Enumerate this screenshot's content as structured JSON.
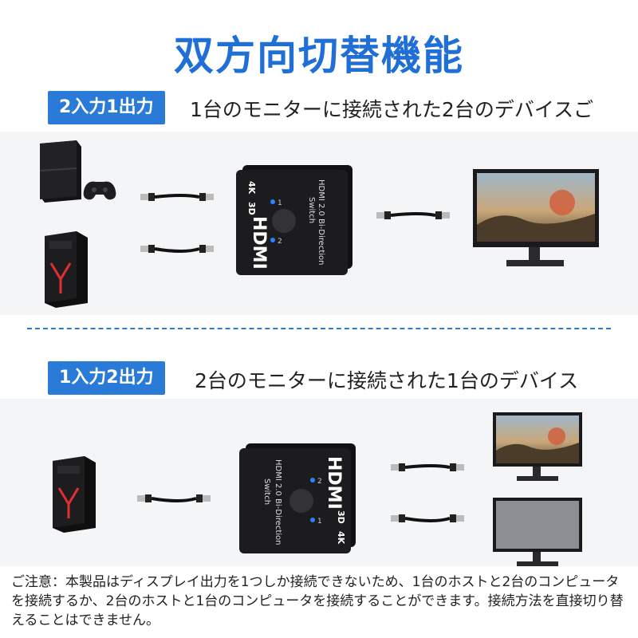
{
  "title": "双方向切替機能",
  "section1": {
    "tag": "2入力1出力",
    "subtitle": "1台のモニターに接続された2台のデバイスご"
  },
  "section2": {
    "tag": "1入力2出力",
    "subtitle": "2台のモニターに接続された1台のデバイス"
  },
  "switch_device": {
    "badge_4k": "4K",
    "badge_3d": "3D",
    "brand": "HDMI",
    "label_line1": "HDMI 2.0 Bi-Direction",
    "label_line2": "Switch",
    "port1": "1",
    "port2": "2"
  },
  "note": "ご注意：本製品はディスプレイ出力を1つしか接続できないため、1台のホストと2台のコンピュータを接続するか、2台のホストと1台のコンピュータを接続することができます。接続方法を直接切り替えることはできません。",
  "colors": {
    "accent": "#2a7ad8",
    "title": "#1f6fd6",
    "band": "#f4f5f7",
    "device": "#1c1c1e"
  }
}
